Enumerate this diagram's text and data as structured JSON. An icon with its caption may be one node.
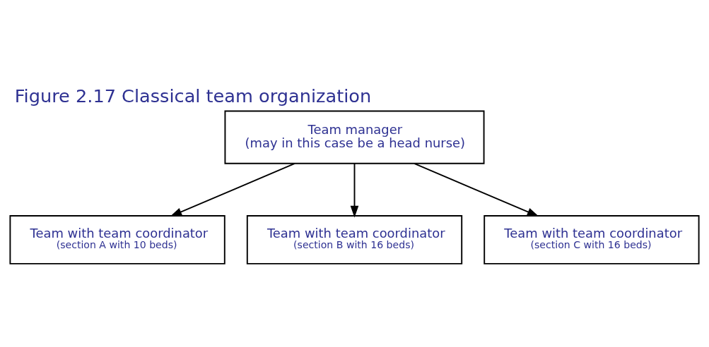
{
  "diagram": {
    "title": "Figure 2.17 Classical team organization",
    "nodes": [
      {
        "text": [
          "Team manager",
          "(may in this case be a head nurse)"
        ]
      },
      {
        "text": [
          "Team with team coordinator",
          "(section A with 10 beds)"
        ]
      },
      {
        "text": [
          "Team with team coordinator",
          "(section B with 16 beds)"
        ]
      },
      {
        "text": [
          "Team with team coordinator",
          "(section C with 16 beds)"
        ]
      }
    ],
    "edges": [
      {
        "from": 0,
        "to": 1,
        "arrow": "to"
      },
      {
        "from": 0,
        "to": 2,
        "arrow": "to"
      },
      {
        "from": 0,
        "to": 3,
        "arrow": "to"
      }
    ]
  }
}
